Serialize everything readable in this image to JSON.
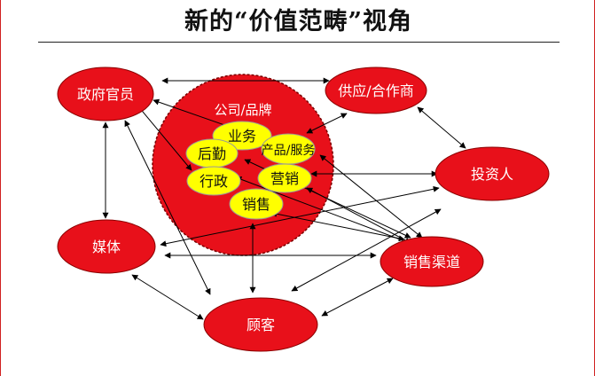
{
  "title": "新的“价值范畴”视角",
  "center": {
    "label": "公司/品牌"
  },
  "inner_nodes": {
    "business": "业务",
    "logistics": "后勤",
    "product_service": "产品/服务",
    "administration": "行政",
    "marketing": "营销",
    "sales": "销售"
  },
  "outer_nodes": {
    "government": "政府官员",
    "supplier": "供应/合作商",
    "investor": "投资人",
    "media": "媒体",
    "channel": "销售渠道",
    "customer": "顾客"
  },
  "colors": {
    "red": "#e8101a",
    "yellow": "#ffff00",
    "title": "#111111"
  }
}
